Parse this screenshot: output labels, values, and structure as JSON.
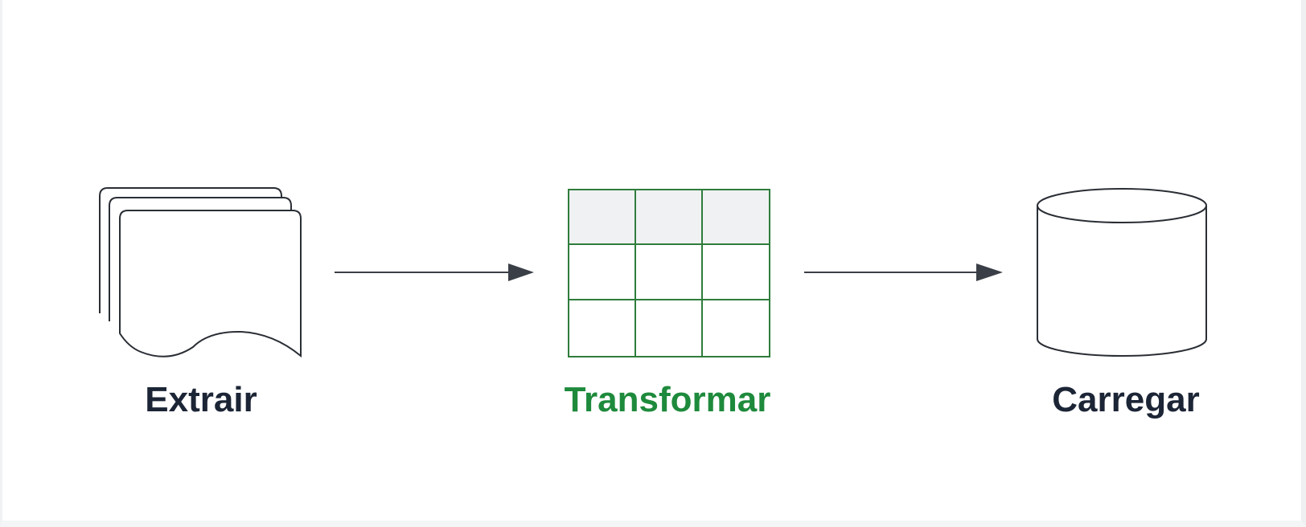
{
  "steps": [
    {
      "label": "Extrair",
      "icon": "stacked-documents-icon",
      "color": "#1c2536"
    },
    {
      "label": "Transformar",
      "icon": "table-grid-icon",
      "color": "#1e8a3c"
    },
    {
      "label": "Carregar",
      "icon": "database-cylinder-icon",
      "color": "#1c2536"
    }
  ],
  "colors": {
    "arrow": "#3a3f47",
    "outline": "#2a2e35",
    "grid": "#2f7d3c",
    "grid_header_fill": "#f0f1f2"
  }
}
